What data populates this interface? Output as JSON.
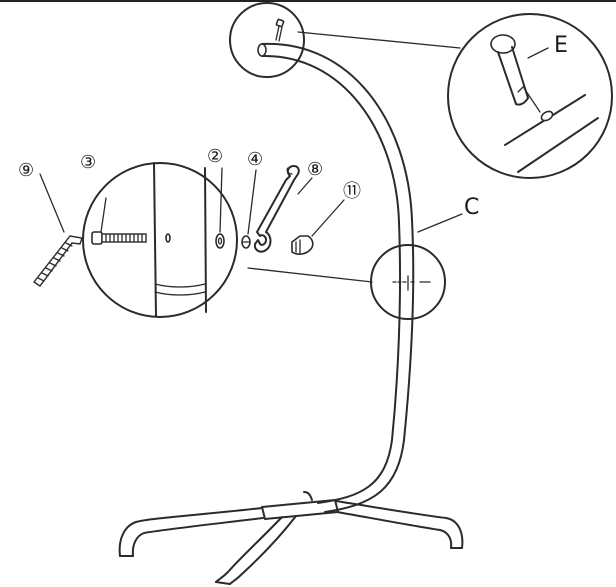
{
  "labels": {
    "part_9": "⑨",
    "part_3": "③",
    "part_2": "②",
    "part_4": "④",
    "part_8": "⑧",
    "part_11": "⑪",
    "part_C": "C",
    "part_E": "E"
  }
}
